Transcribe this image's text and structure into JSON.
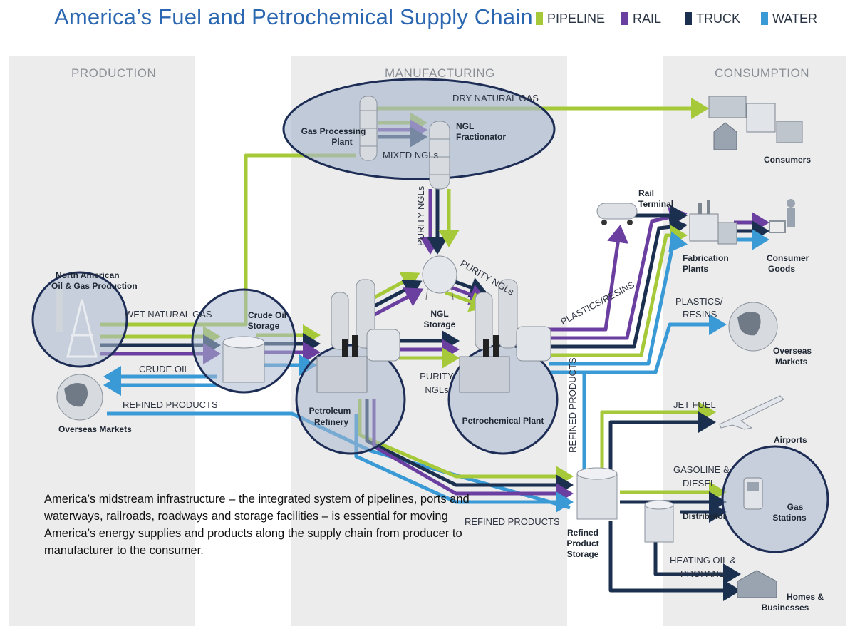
{
  "title": "America’s Fuel and Petrochemical Supply Chain",
  "legend": [
    {
      "label": "PIPELINE",
      "color": "#a6c93a"
    },
    {
      "label": "RAIL",
      "color": "#6a3fa0"
    },
    {
      "label": "TRUCK",
      "color": "#1b2f4f"
    },
    {
      "label": "WATER",
      "color": "#3a9ad6"
    }
  ],
  "zones": {
    "production": "PRODUCTION",
    "manufacturing": "MANUFACTURING",
    "consumption": "CONSUMPTION"
  },
  "nodes": {
    "gas_processing": [
      "Gas Processing",
      "Plant"
    ],
    "ngl_fractionator": [
      "NGL",
      "Fractionator"
    ],
    "consumers": "Consumers",
    "rail_terminal": [
      "Rail",
      "Terminal"
    ],
    "fabrication_plants": [
      "Fabrication",
      "Plants"
    ],
    "consumer_goods": [
      "Consumer",
      "Goods"
    ],
    "north_american": [
      "North American",
      "Oil & Gas Production"
    ],
    "crude_oil_storage": [
      "Crude Oil",
      "Storage"
    ],
    "ngl_storage": [
      "NGL",
      "Storage"
    ],
    "overseas_markets_left": "Overseas Markets",
    "overseas_markets_right": [
      "Overseas",
      "Markets"
    ],
    "petroleum_refinery": [
      "Petroleum",
      "Refinery"
    ],
    "petrochemical_plant": "Petrochemical Plant",
    "airports": "Airports",
    "gas_stations": [
      "Gas",
      "Stations"
    ],
    "distributor": "Distributor",
    "refined_product_storage": [
      "Refined",
      "Product",
      "Storage"
    ],
    "homes_businesses": [
      "Homes &",
      "Businesses"
    ]
  },
  "flow_labels": {
    "dry_natural_gas": "DRY NATURAL GAS",
    "mixed_ngls": "MIXED NGLs",
    "purity_ngls_vertical": "PURITY NGLs",
    "purity_ngls_diag": "PURITY NGLs",
    "purity_ngls_mid": [
      "PURITY",
      "NGLs"
    ],
    "wet_natural_gas": "WET NATURAL GAS",
    "crude_oil": "CRUDE OIL",
    "refined_products_left": "REFINED PRODUCTS",
    "refined_products_bottom": "REFINED PRODUCTS",
    "refined_products_vertical": "REFINED PRODUCTS",
    "plastics_resins_diag": "PLASTICS/RESINS",
    "plastics_resins_right": [
      "PLASTICS/",
      "RESINS"
    ],
    "jet_fuel": "JET FUEL",
    "gasoline_diesel": [
      "GASOLINE &",
      "DIESEL"
    ],
    "heating_oil_propane": [
      "HEATING OIL &",
      "PROPANE"
    ]
  },
  "description": "America’s midstream infrastructure – the integrated system of pipelines, ports and waterways, railroads, roadways and storage facilities – is essential for moving America’s energy supplies and products along the supply chain from producer to manufacturer to the consumer."
}
